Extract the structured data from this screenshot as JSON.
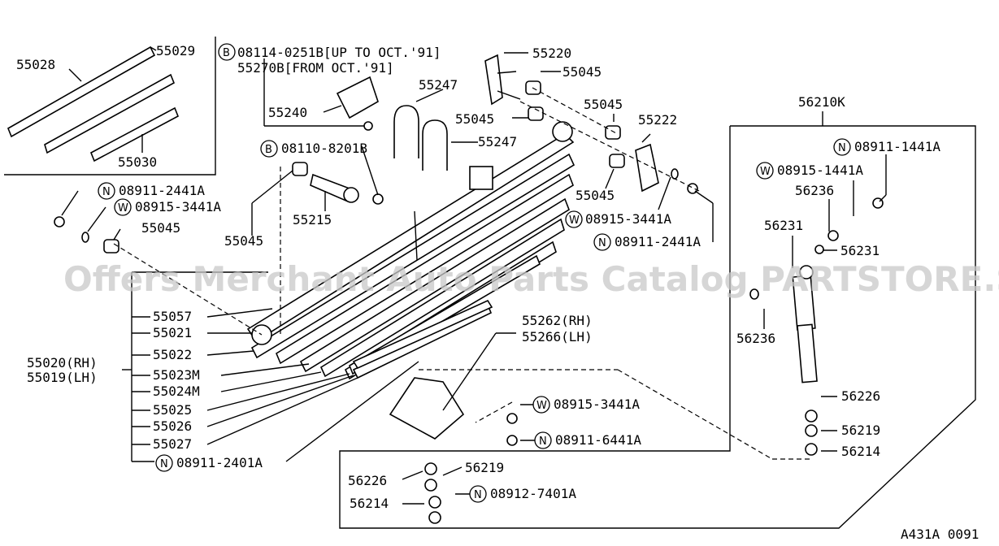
{
  "labels": {
    "p55028": "55028",
    "p55029": "55029",
    "p55030": "55030",
    "b08114": "08114-0251B[UP TO OCT.'91]",
    "p55270": "55270B[FROM OCT.'91]",
    "p55240": "55240",
    "p55220": "55220",
    "p55045_a": "55045",
    "p55247_a": "55247",
    "p55045_b": "55045",
    "p55045_c": "55045",
    "p55222": "55222",
    "p55247_b": "55247",
    "b08110": "08110-8201B",
    "n08911_2441a": "08911-2441A",
    "w08915_3441a_a": "08915-3441A",
    "p55045_d": "55045",
    "p55215": "55215",
    "p55045_e": "55045",
    "p55045_f": "55045",
    "w08915_3441a_b": "08915-3441A",
    "n08911_2441a_b": "08911-2441A",
    "p56210k": "56210K",
    "n08911_1441a": "08911-1441A",
    "w08915_1441a": "08915-1441A",
    "p56236_a": "56236",
    "p56231_a": "56231",
    "p56231_b": "56231",
    "p56236_b": "56236",
    "p55057": "55057",
    "p55021": "55021",
    "p55020rh": "55020(RH)",
    "p55019lh": "55019(LH)",
    "p55022": "55022",
    "p55023m": "55023M",
    "p55024m": "55024M",
    "p55025": "55025",
    "p55026": "55026",
    "p55027": "55027",
    "n08911_2401a": "08911-2401A",
    "p55262": "55262(RH)",
    "p55266": "55266(LH)",
    "w08915_3441a_c": "08915-3441A",
    "n08911_6441a": "08911-6441A",
    "p56226_a": "56226",
    "p56219_a": "56219",
    "p56214_a": "56214",
    "p56226_b": "56226",
    "p56219_b": "56219",
    "p56214_b": "56214",
    "n08912_7401a": "08912-7401A",
    "code": "A431A 0091"
  },
  "badges": {
    "b": "B",
    "n": "N",
    "w": "W"
  },
  "watermark": "Offers Merchant Auto Parts Catalog PARTSTORE.SA"
}
